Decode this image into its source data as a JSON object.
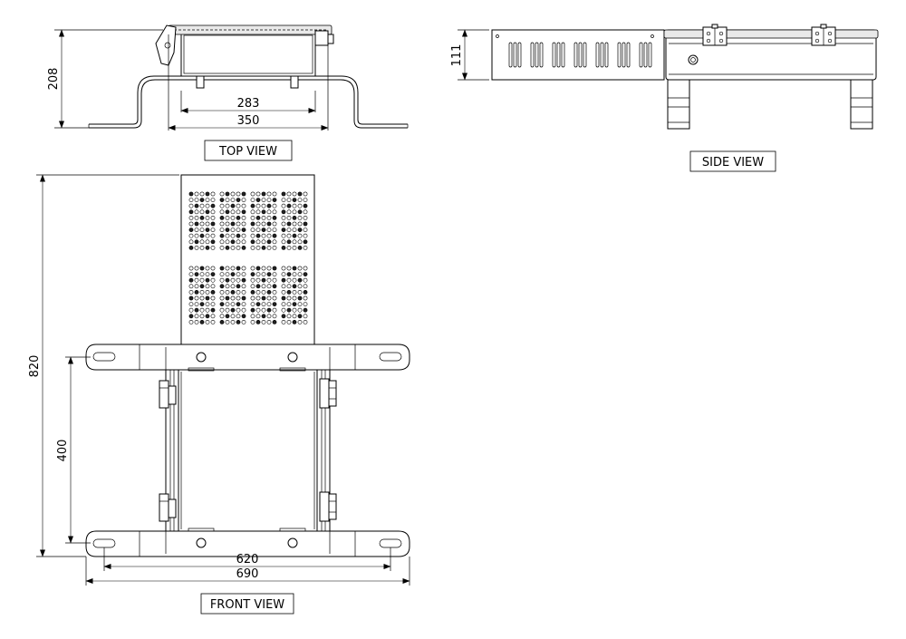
{
  "views": {
    "top": "TOP VIEW",
    "side": "SIDE VIEW",
    "front": "FRONT VIEW"
  },
  "dimensions": {
    "top_height": "208",
    "top_inner": "283",
    "top_outer": "350",
    "side_height": "111",
    "front_height": "820",
    "front_inner_height": "400",
    "front_inner_width": "620",
    "front_outer_width": "690"
  }
}
